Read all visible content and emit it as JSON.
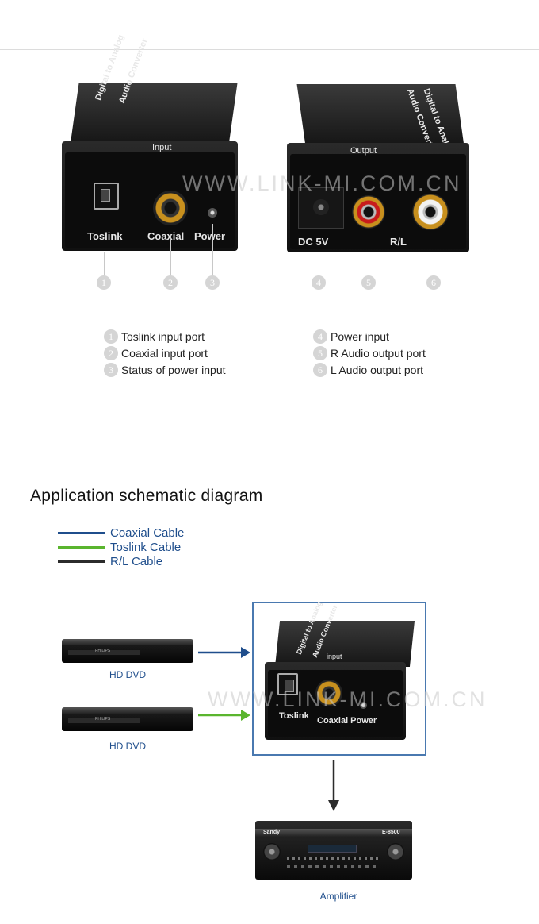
{
  "watermark": "WWW.LINK-MI.COM.CN",
  "device_front": {
    "brand_line1": "Digital to Analog",
    "brand_line2": "Audio Converter",
    "face_title": "Input",
    "ports": [
      "Toslink",
      "Coaxial",
      "Power"
    ]
  },
  "device_back": {
    "brand_line1": "Digital to Analog",
    "brand_line2": "Audio Converter",
    "face_title": "Output",
    "ports": [
      "DC 5V",
      "R/L"
    ]
  },
  "callouts": [
    "1",
    "2",
    "3",
    "4",
    "5",
    "6"
  ],
  "legend_left": [
    {
      "num": "1",
      "text": "Toslink input port"
    },
    {
      "num": "2",
      "text": "Coaxial input port"
    },
    {
      "num": "3",
      "text": "Status of power input"
    }
  ],
  "legend_right": [
    {
      "num": "4",
      "text": "Power input"
    },
    {
      "num": "5",
      "text": "R Audio output port"
    },
    {
      "num": "6",
      "text": "L Audio output port"
    }
  ],
  "schematic": {
    "title": "Application schematic diagram",
    "cables": [
      {
        "label": "Coaxial Cable",
        "color": "#1f4e8c"
      },
      {
        "label": "Toslink Cable",
        "color": "#5ab52e"
      },
      {
        "label": "R/L Cable",
        "color": "#2b2b2b"
      }
    ],
    "source1_label": "HD DVD",
    "source2_label": "HD DVD",
    "converter": {
      "brand_line1": "Digital to Analog",
      "brand_line2": "Audio Converter",
      "face_title": "input",
      "port_toslink": "Toslink",
      "port_coaxial": "Coaxial Power"
    },
    "amplifier_label": "Amplifier",
    "amp_brand": "Sandy",
    "amp_model": "E-8500",
    "dvd_brand": "PHILIPS"
  }
}
